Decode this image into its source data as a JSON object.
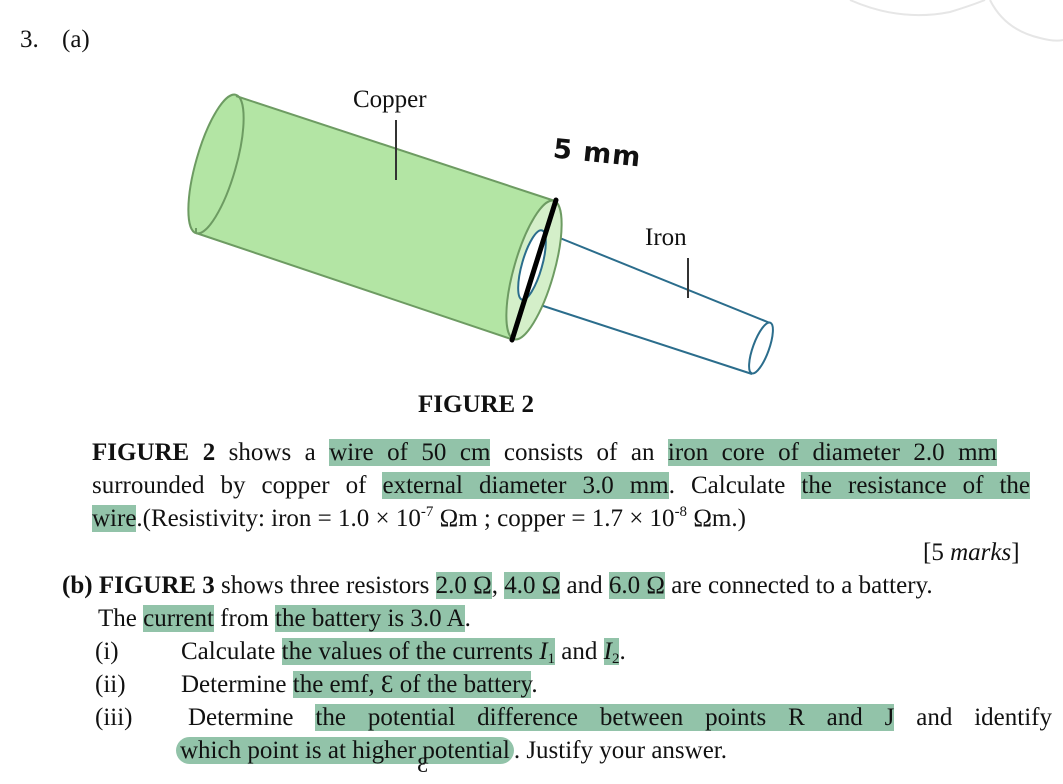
{
  "question": {
    "number": "3.",
    "part_a": "(a)"
  },
  "figure2": {
    "copper_label": "Copper",
    "iron_label": "Iron",
    "handwritten_note": "5 mm",
    "caption": "FIGURE 2",
    "colors": {
      "copper_fill": "#b3e5a4",
      "copper_stroke": "#6d9b62",
      "iron_stroke": "#2b6d8c",
      "highlight": "#92c3a9"
    }
  },
  "text_a": {
    "l1_b": "FIGURE 2",
    "l1_1": " shows a ",
    "l1_h1": "wire of 50 cm",
    "l1_2": " consists of an ",
    "l1_h2": "iron core of diameter 2.0 mm",
    "l2_1": "surrounded by copper of ",
    "l2_h1": "external diameter 3.0 mm",
    "l2_2": ". Calculate ",
    "l2_h2": "the resistance of the",
    "l3_h1": "wire",
    "l3_1": ".(Resistivity: iron = 1.0 × 10",
    "l3_sup1": "-7",
    "l3_2": " Ωm ; copper = 1.7 × 10",
    "l3_sup2": "-8",
    "l3_3": " Ωm.)",
    "marks_open": "[5 ",
    "marks_italic": "marks",
    "marks_close": "]"
  },
  "text_b": {
    "label": "(b) ",
    "fig": "FIGURE 3",
    "b1_1": " shows three resistors ",
    "b1_h1": "2.0 Ω",
    "b1_2": ", ",
    "b1_h2": "4.0 Ω",
    "b1_3": " and ",
    "b1_h3": "6.0 Ω",
    "b1_4": " are connected to a battery.",
    "b2_1": "The ",
    "b2_h1": "current",
    "b2_2": " from ",
    "b2_h2": "the battery is 3.0 A",
    "b2_3": ".",
    "i_label": "(i)",
    "i_1": "Calculate ",
    "i_h1": "the values of the currents ",
    "i_I": "I",
    "i_s1": "1",
    "i_2": " and ",
    "i_I2": "I",
    "i_s2": "2",
    "i_3": ".",
    "ii_label": "(ii)",
    "ii_1": "Determine ",
    "ii_h1": "the emf, Ɛ of the battery",
    "ii_2": ".",
    "iii_label": "(iii)",
    "iii_1": "Determine ",
    "iii_h1": "the potential difference between points R and J",
    "iii_2": " and identify",
    "iii2_h1": "which point is at higher potential",
    "iii2_1": ". Justify your answer.",
    "stray_glyph": "Ɛ"
  }
}
